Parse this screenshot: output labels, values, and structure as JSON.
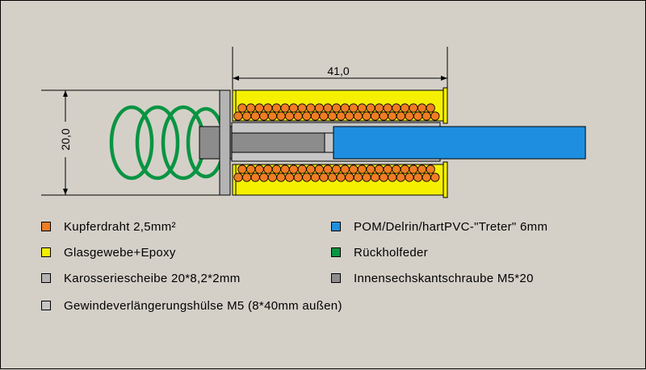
{
  "dimensions": {
    "length": "41,0",
    "height": "20,0"
  },
  "colors": {
    "copper": "#f07c24",
    "glass_epoxy": "#f5f000",
    "washer": "#b4b4b4",
    "screw": "#8c8c8c",
    "sleeve": "#c6c6c6",
    "pom": "#1e8fe0",
    "spring": "#0a9442"
  },
  "legend": [
    {
      "label": "Kupferdraht 2,5mm²",
      "color": "#f07c24"
    },
    {
      "label": "POM/Delrin/hartPVC-\"Treter\" 6mm",
      "color": "#1e8fe0"
    },
    {
      "label": "Glasgewebe+Epoxy",
      "color": "#f5f000"
    },
    {
      "label": "Rückholfeder",
      "color": "#0a9442"
    },
    {
      "label": "Karosseriescheibe 20*8,2*2mm",
      "color": "#b4b4b4"
    },
    {
      "label": "Innensechskantschraube M5*20",
      "color": "#8c8c8c"
    },
    {
      "label": "Gewindeverlängerungshülse M5 (8*40mm außen)",
      "color": "#c6c6c6"
    }
  ]
}
